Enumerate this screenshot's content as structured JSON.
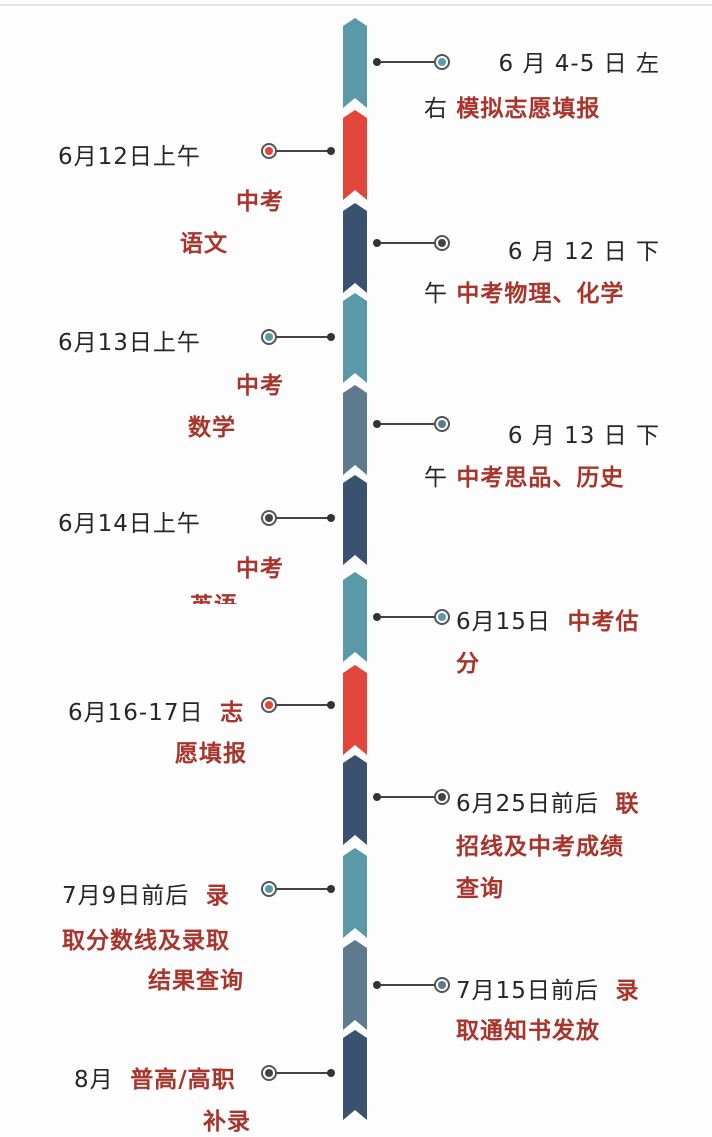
{
  "colors": {
    "teal": "#5a9aa8",
    "red": "#e2453a",
    "navy": "#3a5170",
    "slate": "#5d7a8e",
    "event_text": "#a8342b",
    "date_text": "#262626"
  },
  "timeline_segments": [
    "teal",
    "red",
    "navy",
    "teal",
    "slate",
    "navy",
    "teal",
    "red",
    "navy",
    "teal",
    "slate",
    "navy"
  ],
  "items": [
    {
      "side": "right",
      "marker": "teal",
      "lines": [
        [
          {
            "t": "6 月 4-5 日 左",
            "red": false
          }
        ],
        [
          {
            "t": "右 ",
            "red": false
          },
          {
            "t": "模拟志愿填报",
            "red": true
          }
        ]
      ]
    },
    {
      "side": "left",
      "marker": "red",
      "lines": [
        [
          {
            "t": "6月12日上午",
            "red": false
          }
        ],
        [
          {
            "t": "中考",
            "red": true
          }
        ],
        [
          {
            "t": "语文",
            "red": true
          }
        ]
      ]
    },
    {
      "side": "right",
      "marker": "navy",
      "lines": [
        [
          {
            "t": "6 月 12 日 下",
            "red": false
          }
        ],
        [
          {
            "t": "午 ",
            "red": false
          },
          {
            "t": "中考物理、化学",
            "red": true
          }
        ]
      ]
    },
    {
      "side": "left",
      "marker": "teal",
      "lines": [
        [
          {
            "t": "6月13日上午",
            "red": false
          }
        ],
        [
          {
            "t": "中考",
            "red": true
          }
        ],
        [
          {
            "t": "数学",
            "red": true
          }
        ]
      ]
    },
    {
      "side": "right",
      "marker": "slate",
      "lines": [
        [
          {
            "t": "6 月 13 日 下",
            "red": false
          }
        ],
        [
          {
            "t": "午 ",
            "red": false
          },
          {
            "t": "中考思品、历史",
            "red": true
          }
        ]
      ]
    },
    {
      "side": "left",
      "marker": "navy",
      "lines": [
        [
          {
            "t": "6月14日上午",
            "red": false
          }
        ],
        [
          {
            "t": "中考",
            "red": true
          }
        ],
        [
          {
            "t": "英语",
            "red": true
          }
        ]
      ]
    },
    {
      "side": "right",
      "marker": "teal",
      "lines": [
        [
          {
            "t": "6月15日  ",
            "red": false
          },
          {
            "t": "中考估",
            "red": true
          }
        ],
        [
          {
            "t": "分",
            "red": true
          }
        ]
      ]
    },
    {
      "side": "left",
      "marker": "red",
      "lines": [
        [
          {
            "t": "6月16-17日  ",
            "red": false
          },
          {
            "t": "志",
            "red": true
          }
        ],
        [
          {
            "t": "愿填报",
            "red": true
          }
        ]
      ]
    },
    {
      "side": "right",
      "marker": "navy",
      "lines": [
        [
          {
            "t": "6月25日前后  ",
            "red": false
          },
          {
            "t": "联",
            "red": true
          }
        ],
        [
          {
            "t": "招线及中考成绩",
            "red": true
          }
        ],
        [
          {
            "t": "查询",
            "red": true
          }
        ]
      ]
    },
    {
      "side": "left",
      "marker": "teal",
      "lines": [
        [
          {
            "t": "7月9日前后  ",
            "red": false
          },
          {
            "t": "录",
            "red": true
          }
        ],
        [
          {
            "t": "取分数线及录取",
            "red": true
          }
        ],
        [
          {
            "t": "结果查询",
            "red": true
          }
        ]
      ]
    },
    {
      "side": "right",
      "marker": "slate",
      "lines": [
        [
          {
            "t": "7月15日前后  ",
            "red": false
          },
          {
            "t": "录",
            "red": true
          }
        ],
        [
          {
            "t": "取通知书发放",
            "red": true
          }
        ]
      ]
    },
    {
      "side": "left",
      "marker": "navy",
      "lines": [
        [
          {
            "t": "8月  ",
            "red": false
          },
          {
            "t": "普高/高职",
            "red": true
          }
        ],
        [
          {
            "t": "补录",
            "red": true
          }
        ]
      ]
    }
  ]
}
